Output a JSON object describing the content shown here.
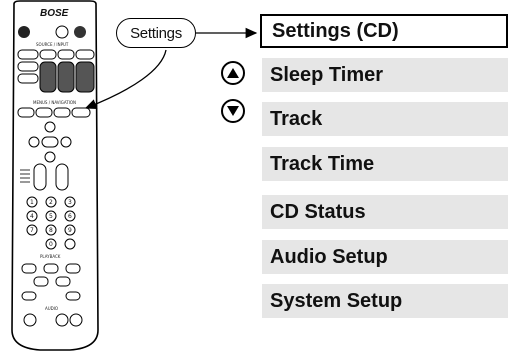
{
  "remote": {
    "brand": "BOSE",
    "source_label": "SOURCE / INPUT",
    "menu_label": "MENUS / NAVIGATION",
    "playback_label": "PLAYBACK",
    "audio_label": "AUDIO",
    "numbers": [
      "1",
      "2",
      "3",
      "4",
      "5",
      "6",
      "7",
      "8",
      "9",
      "0"
    ]
  },
  "callout": {
    "label": "Settings"
  },
  "menu": {
    "title": "Settings (CD)",
    "items": [
      {
        "label": "Sleep Timer"
      },
      {
        "label": "Track"
      },
      {
        "label": "Track Time"
      },
      {
        "label": "CD Status"
      },
      {
        "label": "Audio Setup"
      },
      {
        "label": "System Setup"
      }
    ]
  },
  "nav": {
    "up": "up-arrow-icon",
    "down": "down-arrow-icon"
  }
}
